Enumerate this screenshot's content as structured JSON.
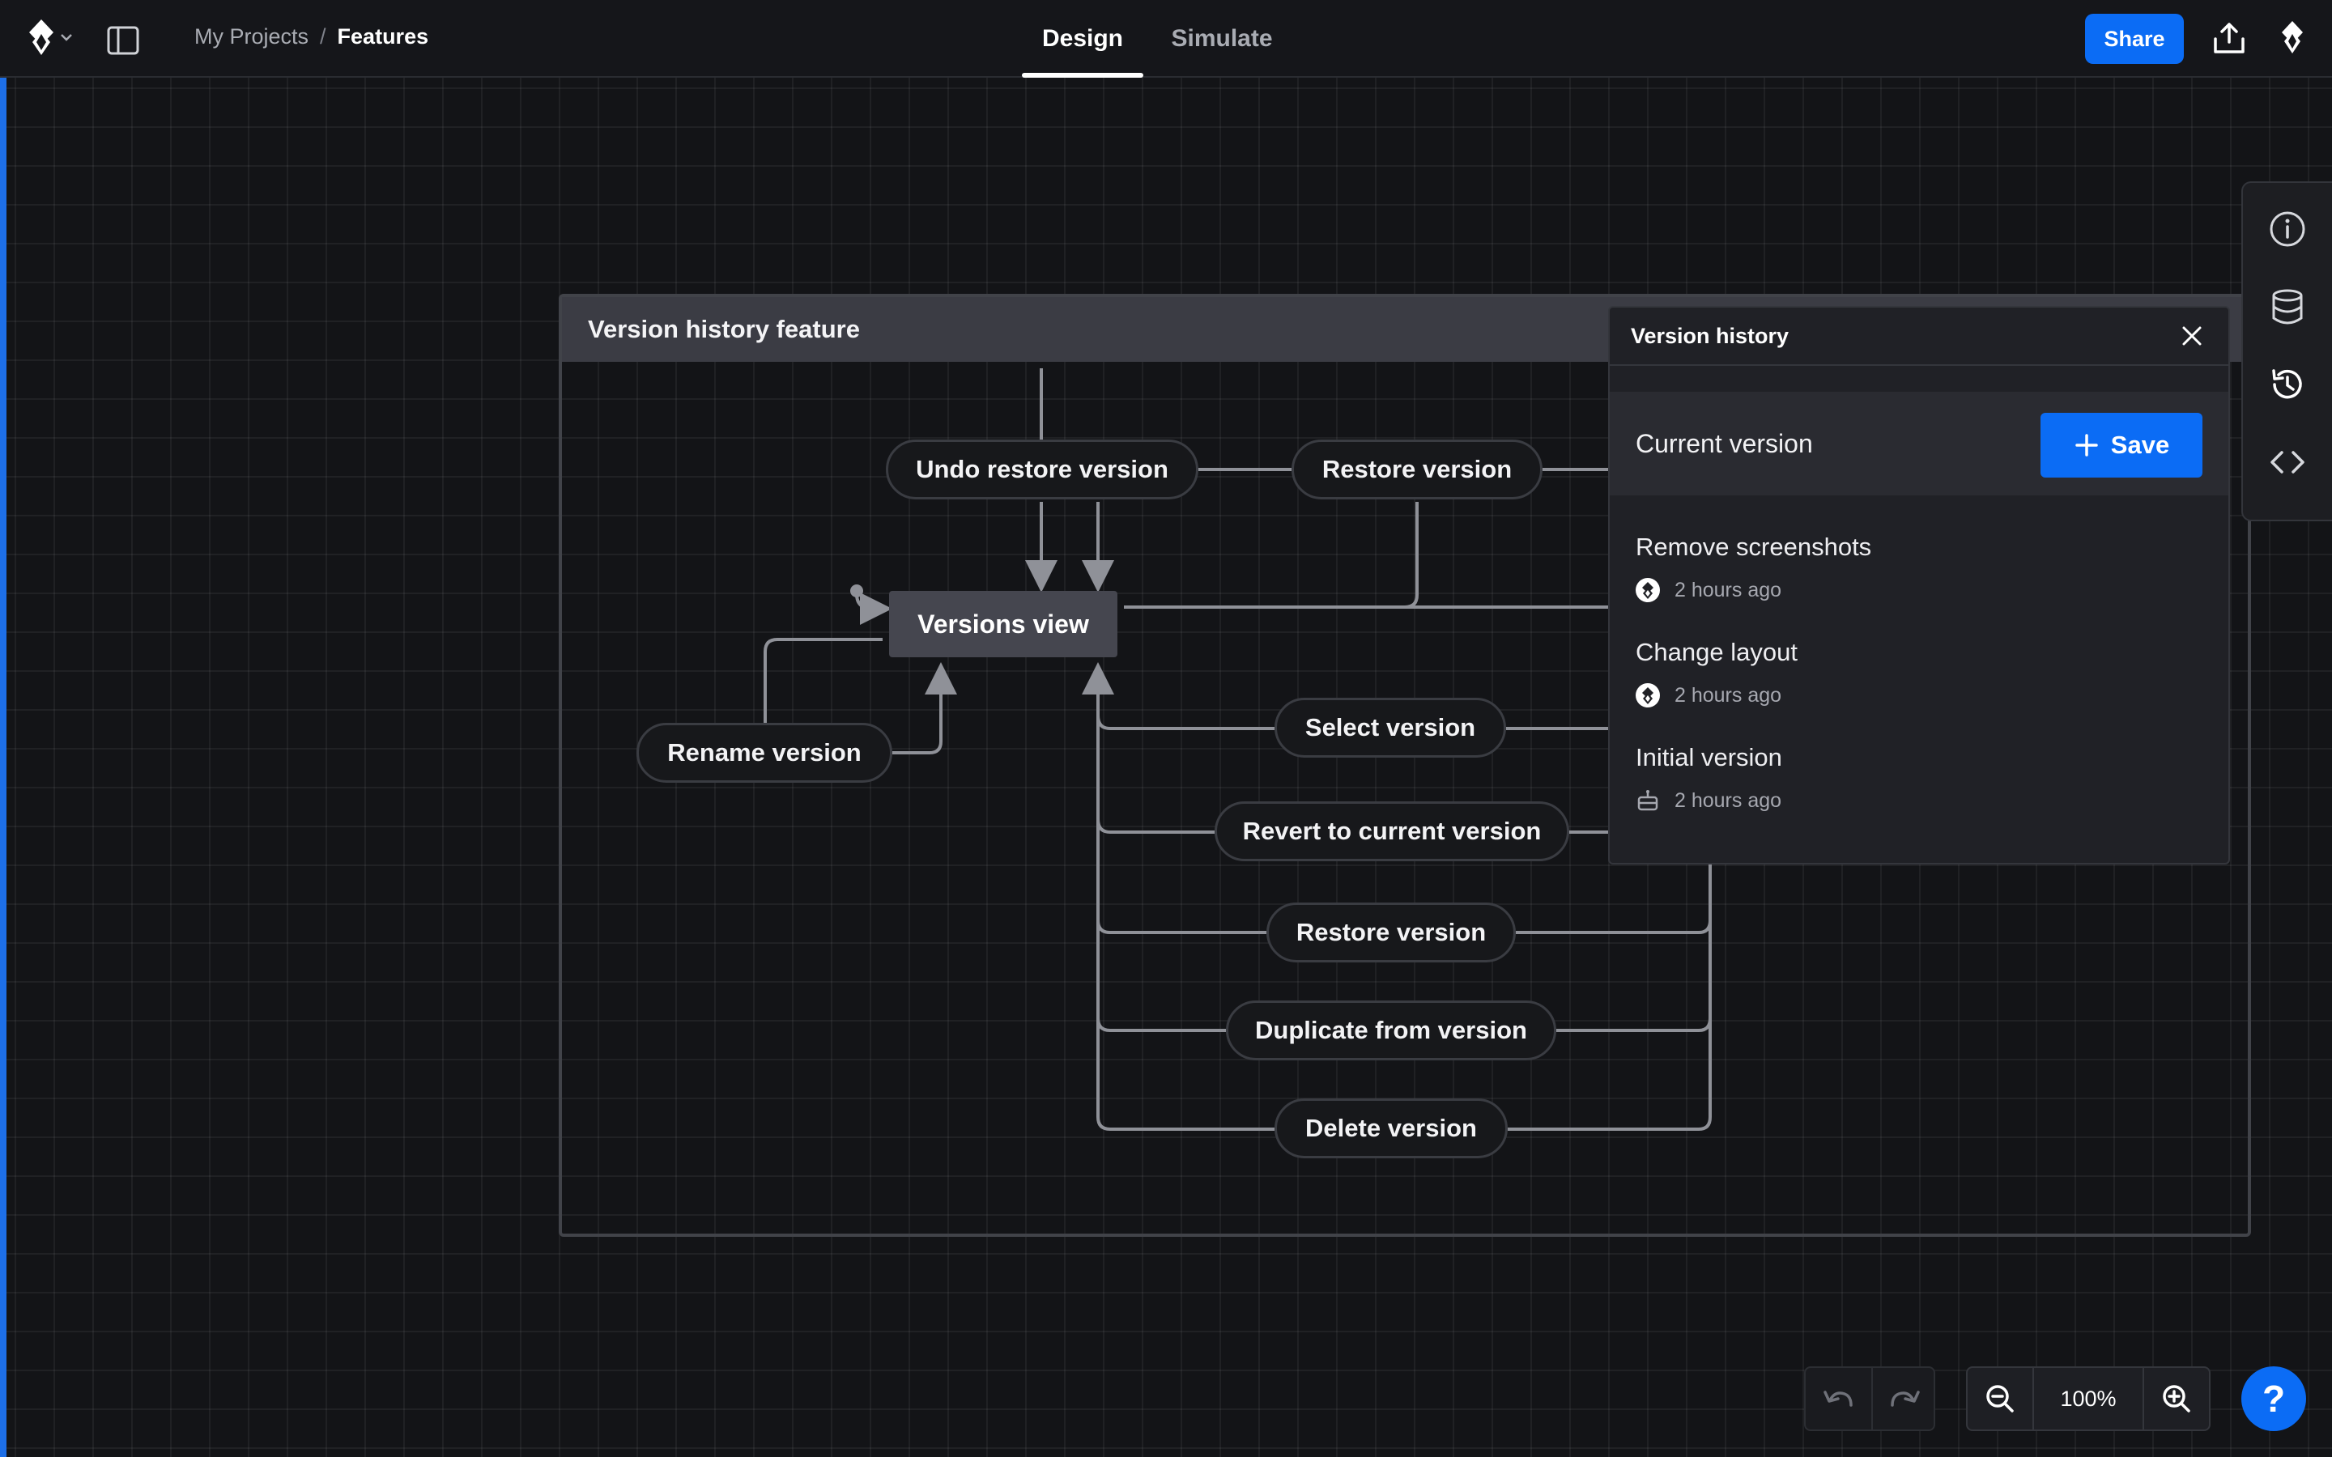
{
  "header": {
    "breadcrumb": {
      "root": "My Projects",
      "separator": "/",
      "current": "Features"
    },
    "tabs": [
      {
        "label": "Design",
        "active": true
      },
      {
        "label": "Simulate",
        "active": false
      }
    ],
    "share_label": "Share",
    "icons": {
      "logo": "app-logo-icon",
      "panel": "sidebar-toggle-icon",
      "export": "upload-icon"
    }
  },
  "canvas": {
    "frame_title": "Version history feature",
    "initial_state": "Versions view",
    "events": {
      "undo_restore": "Undo restore version",
      "restore_top": "Restore version",
      "rename": "Rename version",
      "select": "Select version",
      "revert": "Revert to current version",
      "restore": "Restore version",
      "duplicate": "Duplicate from version",
      "delete": "Delete version"
    }
  },
  "version_history": {
    "title": "Version history",
    "current_label": "Current version",
    "save_label": "Save",
    "items": [
      {
        "title": "Remove screenshots",
        "time": "2 hours ago",
        "author_icon": "app-logo-icon"
      },
      {
        "title": "Change layout",
        "time": "2 hours ago",
        "author_icon": "app-logo-icon"
      },
      {
        "title": "Initial version",
        "time": "2 hours ago",
        "author_icon": "robot-icon"
      }
    ]
  },
  "right_rail": {
    "icons": [
      "info-icon",
      "database-icon",
      "history-icon",
      "code-icon"
    ]
  },
  "controls": {
    "zoom_level": "100%",
    "help_label": "?"
  },
  "colors": {
    "accent": "#0b6cf5",
    "background": "#131417",
    "frame_header": "#3b3c44",
    "panel": "#202126"
  }
}
